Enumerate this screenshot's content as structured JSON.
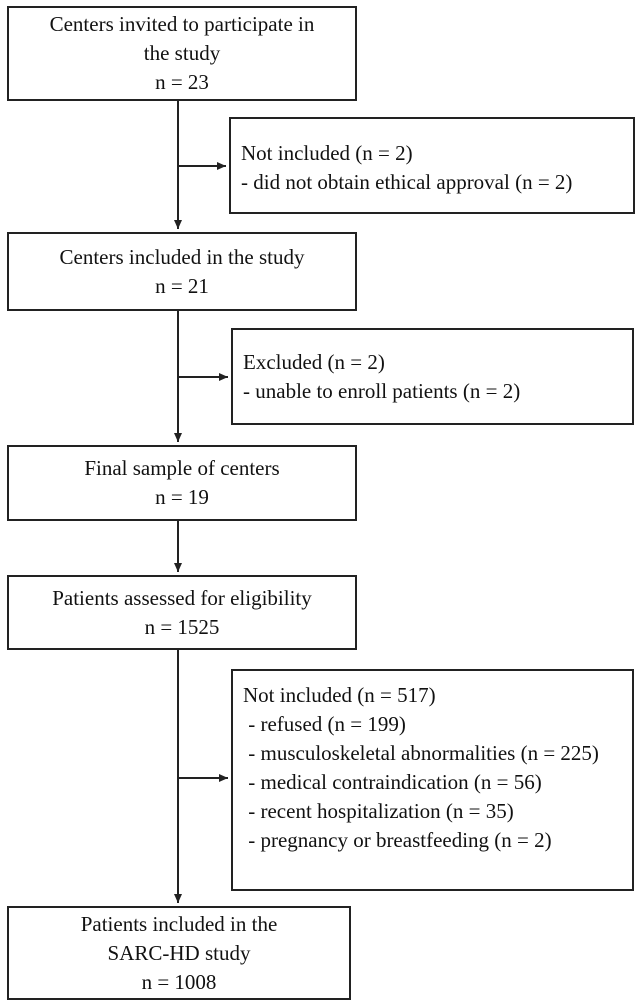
{
  "boxes": {
    "invited": {
      "lines": [
        "Centers invited to participate in",
        "the study",
        "n = 23"
      ]
    },
    "not_included_centers": {
      "lines": [
        "Not included (n = 2)",
        "- did not obtain ethical approval (n = 2)"
      ]
    },
    "included_centers": {
      "lines": [
        "Centers included in the study",
        "n = 21"
      ]
    },
    "excluded_centers": {
      "lines": [
        "Excluded (n = 2)",
        "- unable to enroll patients (n = 2)"
      ]
    },
    "final_sample": {
      "lines": [
        "Final sample of centers",
        "n = 19"
      ]
    },
    "assessed": {
      "lines": [
        "Patients assessed for eligibility",
        "n = 1525"
      ]
    },
    "not_included_patients": {
      "lines": [
        "Not included (n = 517)",
        " - refused (n = 199)",
        " - musculoskeletal abnormalities (n = 225)",
        " - medical contraindication (n = 56)",
        " - recent hospitalization (n = 35)",
        " - pregnancy or breastfeeding (n = 2)"
      ]
    },
    "included_patients": {
      "lines": [
        "Patients included in the",
        "SARC-HD study",
        "n = 1008"
      ]
    }
  }
}
